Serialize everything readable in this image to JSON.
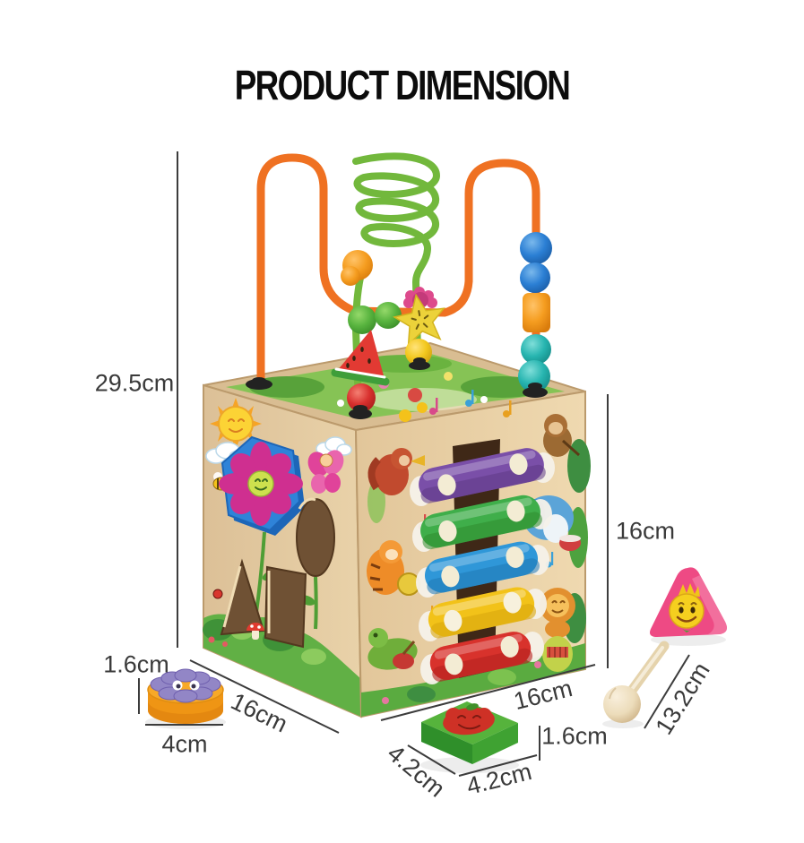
{
  "title": "PRODUCT DIMENSION",
  "dimensions": {
    "total_height": "29.5cm",
    "cube_side_left": "16cm",
    "cube_side_right": "16cm",
    "cube_face_height": "16cm",
    "flower_piece_height": "1.6cm",
    "flower_piece_diameter": "4cm",
    "square_piece_side_left": "4.2cm",
    "square_piece_side_front": "4.2cm",
    "square_piece_height": "1.6cm",
    "mallet_length": "13.2cm"
  },
  "product": {
    "pieces": [
      "wooden-activity-cube",
      "bead-maze-orange-wire",
      "bead-maze-green-spiral",
      "shape-sorter-hexagon-flower",
      "xylophone-five-bars",
      "flower-cylinder-block",
      "green-square-block",
      "pink-triangle-block",
      "wooden-mallet"
    ]
  },
  "colors": {
    "wire_orange": "#ef7122",
    "wire_green": "#72b83c",
    "bar_purple": "#7a4fa8",
    "bar_green": "#3fae4a",
    "bar_blue": "#2f97d8",
    "bar_yellow": "#f2c219",
    "bar_red": "#d8322c",
    "triangle_pink": "#ee4a84",
    "block_green": "#56b33c",
    "cylinder_orange": "#f6a325",
    "wood_light": "#e5cba1",
    "label_gray": "#3a3a3a"
  }
}
